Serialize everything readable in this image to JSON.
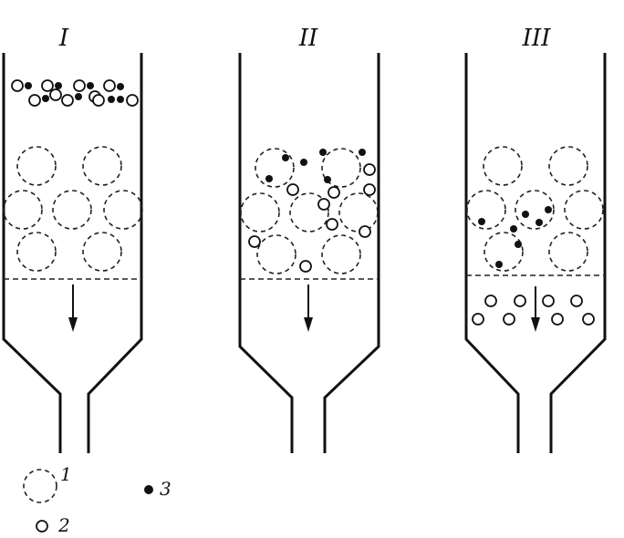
{
  "panels": [
    {
      "label": "I"
    },
    {
      "label": "II"
    },
    {
      "label": "III"
    }
  ],
  "legend": [
    {
      "marker": "large-dashed-circle",
      "label": "1"
    },
    {
      "marker": "small-open-circle",
      "label": "2"
    },
    {
      "marker": "small-filled-dot",
      "label": "3"
    }
  ]
}
